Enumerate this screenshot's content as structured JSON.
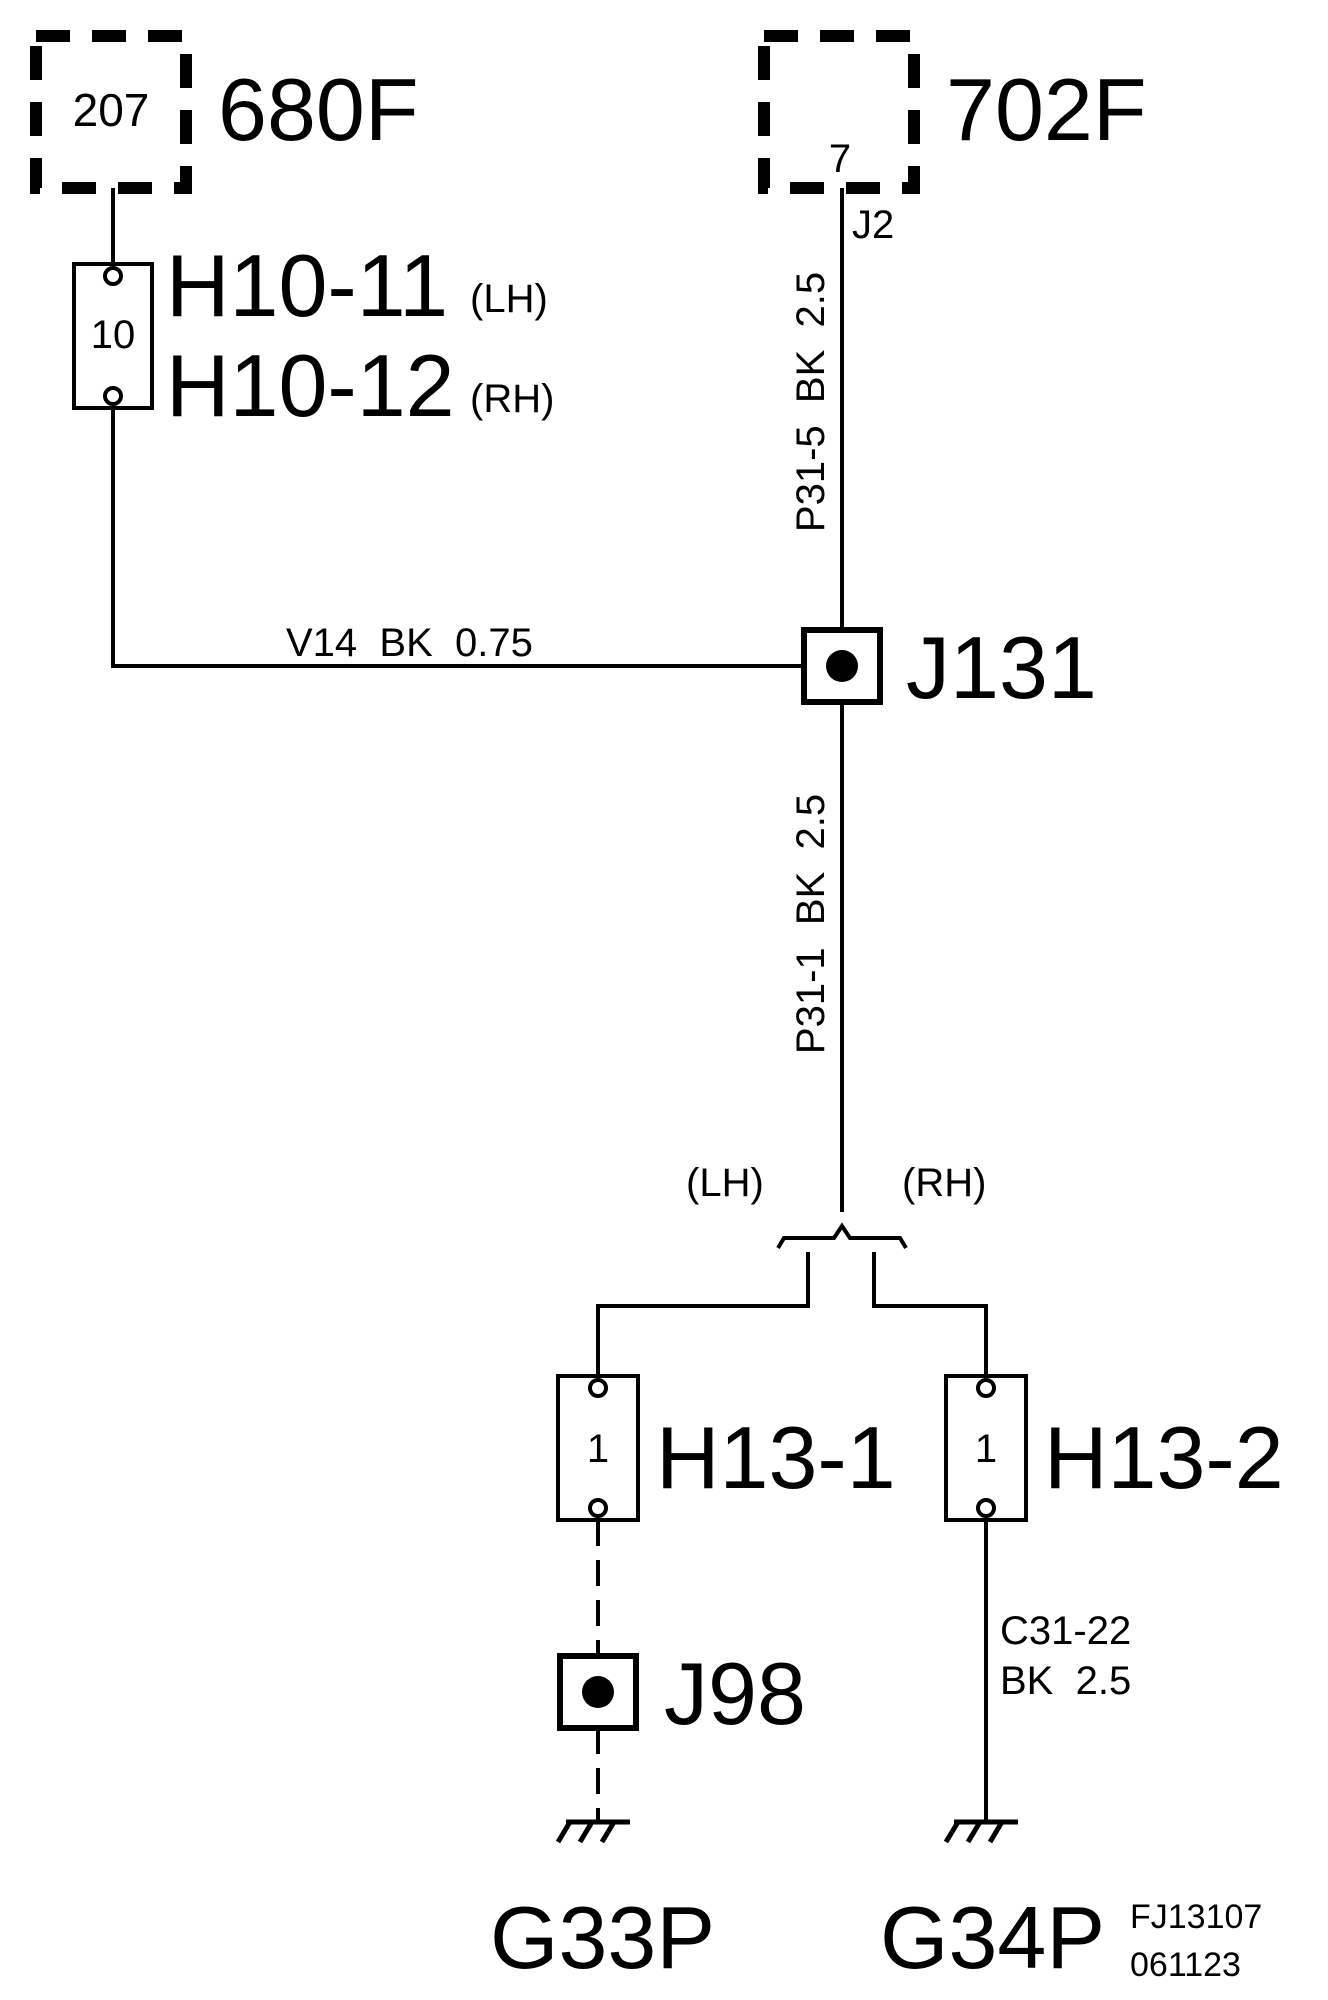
{
  "modules": {
    "m680": {
      "pin": "207",
      "label": "680F"
    },
    "m702": {
      "pin": "7",
      "label": "702F",
      "connector": "J2"
    }
  },
  "connectors": {
    "h10": {
      "pin": "10",
      "label_lh": "H10-11",
      "side_lh": "(LH)",
      "label_rh": "H10-12",
      "side_rh": "(RH)"
    },
    "h13_1": {
      "pin": "1",
      "label": "H13-1"
    },
    "h13_2": {
      "pin": "1",
      "label": "H13-2"
    }
  },
  "wires": {
    "v14": "V14  BK  0.75",
    "p31_5": "P31-5  BK  2.5",
    "p31_1": "P31-1  BK  2.5",
    "c31_22_line1": "C31-22",
    "c31_22_line2": "BK  2.5"
  },
  "splices": {
    "j131": "J131",
    "j98": "J98"
  },
  "branch": {
    "lh": "(LH)",
    "rh": "(RH)"
  },
  "grounds": {
    "g33p": "G33P",
    "g34p": "G34P"
  },
  "reference": {
    "code": "FJ13107",
    "date": "061123"
  }
}
